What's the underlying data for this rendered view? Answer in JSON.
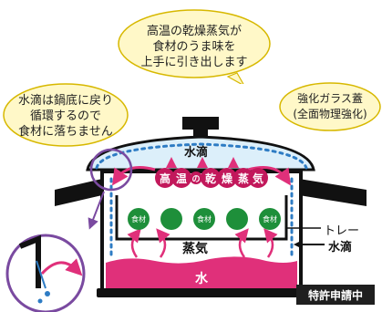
{
  "callouts": {
    "top": {
      "lines": [
        "高温の乾燥蒸気が",
        "食材のうま味を",
        "上手に引き出します"
      ]
    },
    "left": {
      "lines": [
        "水滴は鍋底に戻り",
        "循環するので",
        "食材に落ちません"
      ]
    },
    "right": {
      "lines": [
        "強化ガラス蓋",
        "(全面物理強化)"
      ]
    }
  },
  "labels": {
    "water_drops_lid": "水滴",
    "steam_chars": [
      "高",
      "温",
      "の",
      "乾",
      "燥",
      "蒸",
      "気"
    ],
    "ingredient": "食材",
    "steam": "蒸気",
    "water": "水",
    "tray": "トレー",
    "water_drops_side": "水滴",
    "patent": "特許申請中"
  },
  "colors": {
    "steam_red": "#c2185b",
    "water_pink": "#e0307a",
    "lid_blue": "#dceffa",
    "drop_blue": "#2e7cc4",
    "green": "#1e8f3a",
    "pot_black": "#111111",
    "bubble_yellow": "#fff8c8",
    "circle_purple": "#7a4aa0"
  }
}
